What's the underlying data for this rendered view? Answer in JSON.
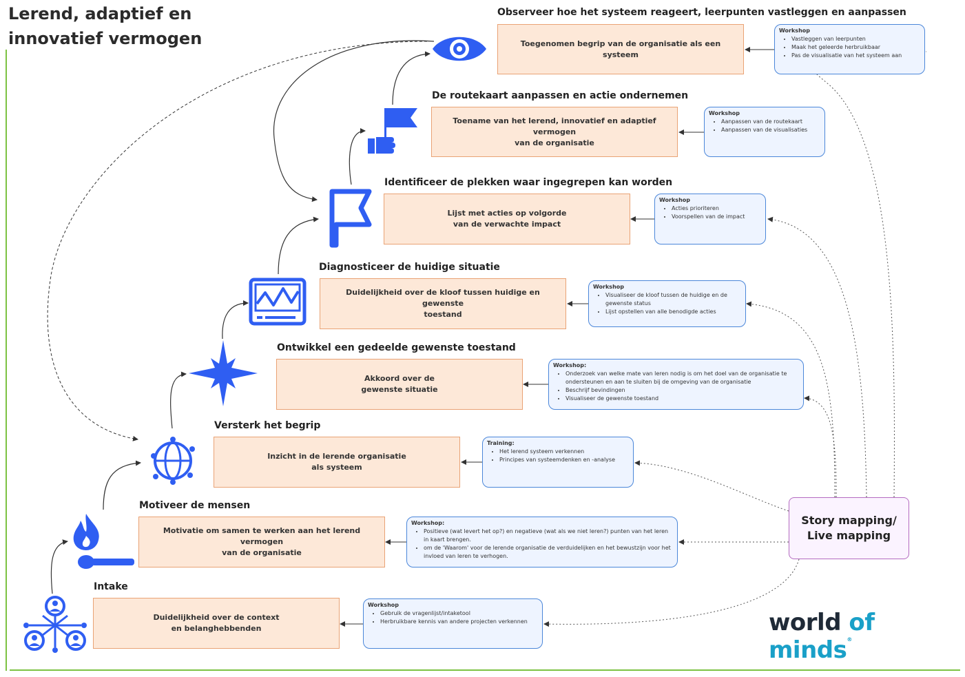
{
  "title_line1": "Lerend, adaptief en",
  "title_line2": "innovatief vermogen",
  "colors": {
    "accent": "#2f5ef2",
    "frame": "#7cc242",
    "outcome_fill": "#fde8d8",
    "outcome_border": "#e9a274",
    "workshop_border": "#4a86d9",
    "story_border": "#b36ac0"
  },
  "steps": [
    {
      "heading": "Observeer hoe het systeem reageert, leerpunten vastleggen en aanpassen",
      "outcome": "Toegenomen begrip van de organisatie als een systeem",
      "icon": "eye-icon",
      "box_title": "Workshop",
      "items": [
        "Vastleggen van leerpunten",
        "Maak het geleerde herbruikbaar",
        "Pas de visualisatie van het systeem aan"
      ]
    },
    {
      "heading": "De routekaart aanpassen en actie ondernemen",
      "outcome": "Toename van het lerend, innovatief en adaptief vermogen\nvan de organisatie",
      "icon": "hand-flag-icon",
      "box_title": "Workshop",
      "items": [
        "Aanpassen van de routekaart",
        "Aanpassen van de visualisaties"
      ]
    },
    {
      "heading": "Identificeer de plekken waar ingegrepen kan worden",
      "outcome": "Lijst met acties op volgorde\nvan de verwachte impact",
      "icon": "flag-icon",
      "box_title": "Workshop",
      "items": [
        "Acties prioriteren",
        "Voorspellen van de impact"
      ]
    },
    {
      "heading": "Diagnosticeer de huidige situatie",
      "outcome": "Duidelijkheid over de kloof tussen huidige en gewenste\ntoestand",
      "icon": "monitor-chart-icon",
      "box_title": "Workshop",
      "items": [
        "Visualiseer de kloof tussen de huidige en de gewenste status",
        "Lijst opstellen van alle benodigde acties"
      ]
    },
    {
      "heading": "Ontwikkel een gedeelde gewenste toestand",
      "outcome": "Akkoord over de\ngewenste situatie",
      "icon": "compass-star-icon",
      "box_title": "Workshop:",
      "items": [
        "Onderzoek van welke mate van leren nodig is om het doel van de organisatie te ondersteunen en aan te sluiten bij de omgeving van de organisatie",
        "Beschrijf bevindingen",
        "Visualiseer de gewenste toestand"
      ]
    },
    {
      "heading": "Versterk het begrip",
      "outcome": "Inzicht in de lerende organisatie\nals systeem",
      "icon": "globe-network-icon",
      "box_title": "Training:",
      "items": [
        "Het lerend systeem verkennen",
        "Principes van systeemdenken en -analyse"
      ]
    },
    {
      "heading": "Motiveer de mensen",
      "outcome": "Motivatie om samen te werken aan het lerend vermogen\nvan de organisatie",
      "icon": "match-flame-icon",
      "box_title": "Workshop:",
      "items": [
        "Positieve (wat levert het op?) en negatieve (wat als we niet leren?) punten van het leren in kaart brengen.",
        "om de 'Waarom' voor de lerende organisatie de verduidelijken en het bewustzijn voor het invloed van leren te verhogen."
      ]
    },
    {
      "heading": "Intake",
      "outcome": "Duidelijkheid over de context\nen belanghebbenden",
      "icon": "people-network-icon",
      "box_title": "Workshop",
      "items": [
        "Gebruik de vragenlijst/intaketool",
        "Herbruikbare kennis van andere projecten verkennen"
      ]
    }
  ],
  "story": "Story mapping/\nLive mapping",
  "logo": {
    "part1": "world ",
    "part2": "of minds",
    "mark": "®"
  }
}
